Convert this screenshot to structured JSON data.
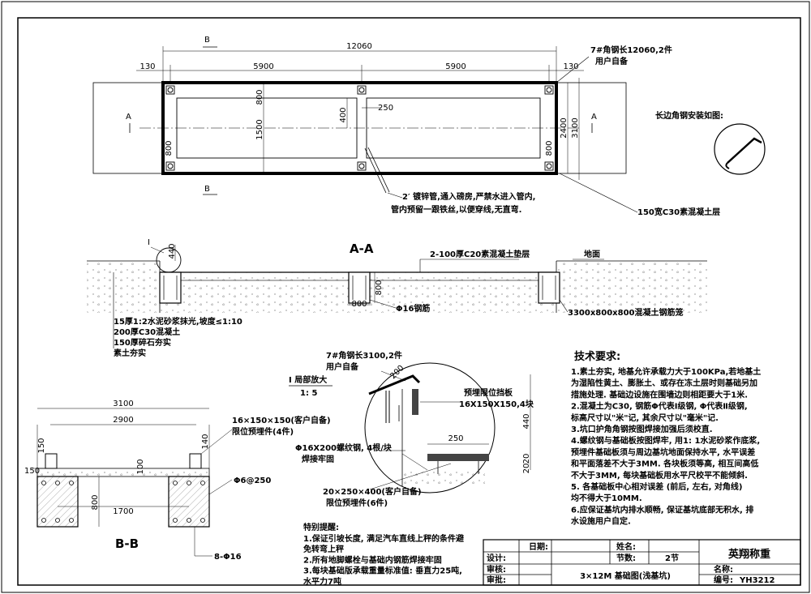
{
  "plan": {
    "section_mark_b": "B",
    "section_mark_a": "A",
    "overall_length": "12060",
    "edge_left": "130",
    "edge_right": "130",
    "half_left": "5900",
    "half_right": "5900",
    "inner_800_top": "800",
    "inner_1500": "1500",
    "inner_400": "400",
    "inner_250": "250",
    "side_800_left": "800",
    "side_800_right": "800",
    "width_2400": "2400",
    "width_3100": "3100",
    "note_angle_steel": "7#角钢长12060,2件",
    "note_user_supply": "用户自备",
    "note_pipe_1": "2′ 镀锌管,通入磅房,严禁水进入管内,",
    "note_pipe_2": "管内预留一跟铁丝,以便穿线,无直弯.",
    "note_concrete_layer": "150宽C30素混凝土层",
    "long_edge_title": "长边角钢安装如图:"
  },
  "section_aa": {
    "title": "A-A",
    "mark_i": "I",
    "dim_440": "440",
    "dim_800_h": "800",
    "dim_800_w": "800",
    "note_c20": "2-100厚C20素混凝土垫层",
    "note_ground": "地面",
    "note_rebar": "Φ16钢筋",
    "note_cage": "3300x800x800混凝土钢筋笼",
    "layers": [
      "15厚1:2水泥砂浆抹光,坡度≤1:10",
      "200厚C30混凝土",
      "150厚碎石夯实",
      "素土夯实"
    ]
  },
  "detail_i": {
    "title": "I 局部放大",
    "scale": "1: 5",
    "note_angle_1": "7#角钢长3100,2件",
    "note_angle_2": "用户自备",
    "dim_200": "200",
    "dim_440": "440",
    "dim_250": "250",
    "dim_20a": "20",
    "dim_20b": "20",
    "note_plate_1": "预埋限位挡板",
    "note_plate_2": "16X150X150,4块",
    "note_bolt_1": "Φ16X200螺纹钢, 4根/块",
    "note_bolt_2": "焊接牢固",
    "note_embed_1": "20×250×400(客户自备)",
    "note_embed_2": "限位预埋件(6件)"
  },
  "section_bb": {
    "title": "B-B",
    "dim_3100": "3100",
    "dim_2900": "2900",
    "dim_150_v": "150",
    "dim_140": "140",
    "dim_100": "100",
    "dim_150_h": "150",
    "dim_800": "800",
    "dim_1700": "1700",
    "note_embed_1": "16×150×150(客户自备)",
    "note_embed_2": "限位预埋件(4件)",
    "note_rebar_spacing": "Φ6@250",
    "note_rebar_count": "8-Φ16"
  },
  "tech": {
    "title": "技术要求:",
    "lines": [
      "1.素土夯实, 地基允许承载力大于100KPa,若地基土",
      "为湿陷性黄土、膨胀土、或存在冻土层时则基础另加",
      "措施处理. 基础边设施在围墙边则相距要大于1米.",
      "2.混凝土为C30, 钢筋Φ代表Ⅰ级钢, Φ代表Ⅱ级钢,",
      "标高尺寸以\"米\"记, 其余尺寸以\"毫米\"记.",
      "3.坑口护角角钢按图焊接加强后须校直.",
      "4.螺纹钢与基础板按图焊牢, 用1: 1水泥砂浆作底浆,",
      "预埋件基础板须与周边基坑地面保持水平, 水平误差",
      "和平面落差不大于3MM. 各块板须等高, 相互间高低",
      "不大于3MM, 每块基础板用水平尺校平不能倾斜.",
      "5. 各基础板中心相对误差 (前后, 左右, 对角线)",
      "均不得大于10MM.",
      "6.应保证基坑内排水顺畅, 保证基坑底部无积水, 排",
      "水设施用户自定."
    ]
  },
  "special": {
    "title": "特别提醒:",
    "lines": [
      "1.保证引坡长度, 满足汽车直线上秤的条件避",
      "免转弯上秤",
      "2.所有地脚螺栓与基础内钢筋焊接牢固",
      "3.每块基础版承载重量标准值: 垂直力25吨,",
      "水平力7吨"
    ]
  },
  "title_block": {
    "date_label": "日期:",
    "signature_label": "姓名:",
    "design_label": "设计:",
    "node_label": "节数:",
    "node_value": "2节",
    "review_label": "审核:",
    "approve_label": "审批:",
    "drawing_title": "3×12M 基础图(浅基坑)",
    "company": "英翔称重",
    "name_label": "名称:",
    "number_label": "编号:",
    "number_value": "YH3212"
  }
}
